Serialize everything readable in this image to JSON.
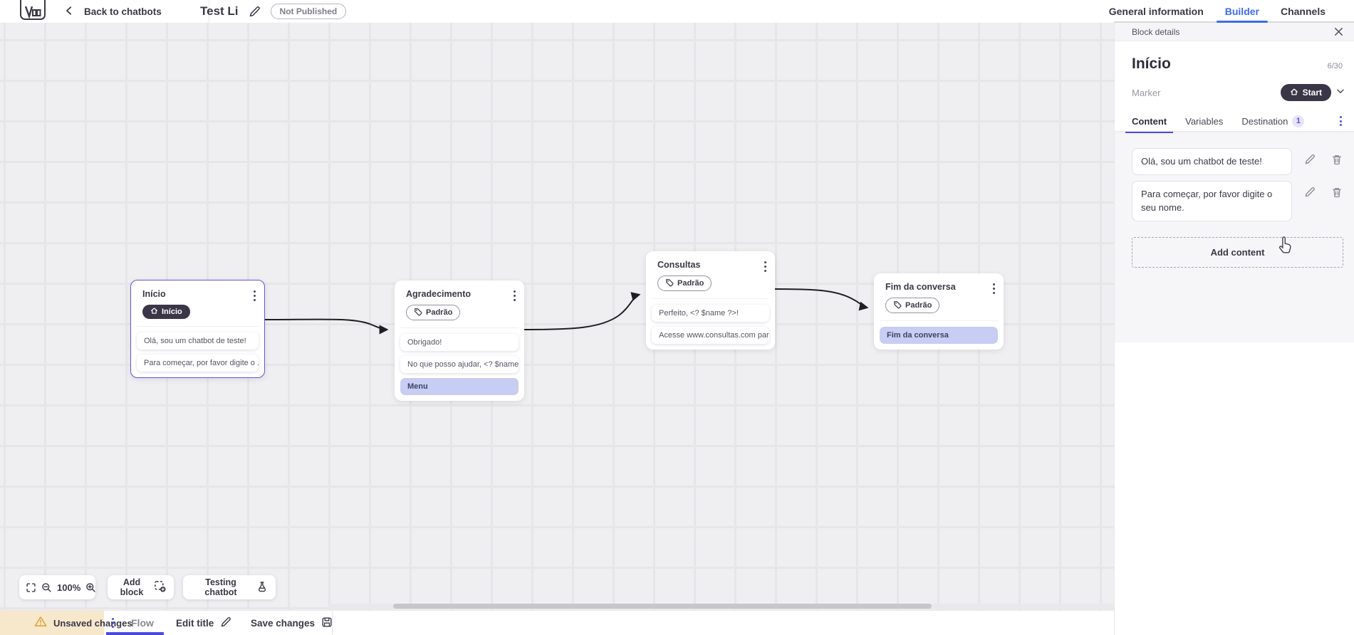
{
  "topbar": {
    "back_label": "Back to chatbots",
    "bot_title": "Test Li",
    "status_badge": "Not Published",
    "tabs": {
      "general": "General information",
      "builder": "Builder",
      "channels": "Channels"
    }
  },
  "panel": {
    "header": "Block details",
    "block_title": "Início",
    "char_counter": "6/30",
    "marker_label": "Marker",
    "marker_value": "Start",
    "tabs": {
      "content": "Content",
      "variables": "Variables",
      "destination": "Destination",
      "destination_badge": "1"
    },
    "fields": [
      {
        "value": "Olá, sou um chatbot de teste!"
      },
      {
        "value": "Para começar, por favor digite o seu nome."
      }
    ],
    "add_content_label": "Add content"
  },
  "canvas": {
    "nodes": [
      {
        "title": "Início",
        "badge": "Início",
        "items": [
          {
            "text": "Olá, sou um chatbot de teste!"
          },
          {
            "text": "Para começar, por favor digite o ..."
          }
        ]
      },
      {
        "title": "Agradecimento",
        "badge": "Padrão",
        "items": [
          {
            "text": "Obrigado!"
          },
          {
            "text": "No que posso ajudar, <? $name ..."
          },
          {
            "text": "Menu"
          }
        ]
      },
      {
        "title": "Consultas",
        "badge": "Padrão",
        "items": [
          {
            "text": "Perfeito, <? $name ?>!"
          },
          {
            "text": "Acesse www.consultas.com par..."
          }
        ]
      },
      {
        "title": "Fim da conversa",
        "badge": "Padrão",
        "items": [
          {
            "text": "Fim da conversa"
          }
        ]
      }
    ],
    "zoom_level": "100%",
    "add_block_label": "Add block",
    "testing_label": "Testing chatbot"
  },
  "bottombar": {
    "unsaved_label": "Unsaved changes",
    "flow_tab": "Flow",
    "edit_title_label": "Edit title",
    "save_label": "Save changes"
  },
  "colors": {
    "accent_indigo": "#4b4adf",
    "builder_blue": "#3e6af0",
    "node_selected_border": "#6156d8",
    "item_highlight": "#c8cdf3",
    "dark_badge": "#3a3547",
    "unsaved_bg": "#f7e8cc",
    "warning_icon": "#dfa63f"
  }
}
